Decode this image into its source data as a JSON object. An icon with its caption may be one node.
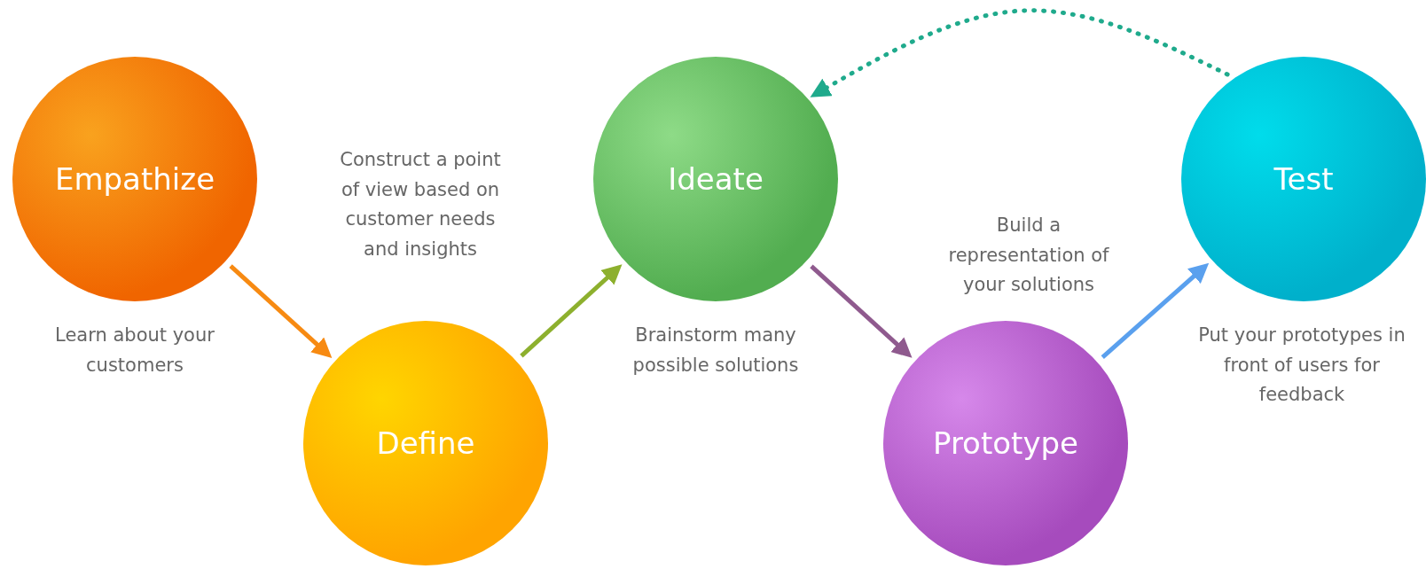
{
  "diagram": {
    "nodes": [
      {
        "text": [
          "Empathize"
        ],
        "beside": [
          "Learn about your customers"
        ]
      },
      {
        "text": [
          "Define"
        ],
        "beside": [
          "Construct a point of view based on customer needs and insights"
        ]
      },
      {
        "text": [
          "Ideate"
        ],
        "beside": [
          "Brainstorm many possible solutions"
        ]
      },
      {
        "text": [
          "Prototype"
        ],
        "beside": [
          "Build a representation of your solutions"
        ]
      },
      {
        "text": [
          "Test"
        ],
        "beside": [
          "Put your prototypes in front of users for feedback"
        ]
      }
    ],
    "edges": [
      {
        "from": 0,
        "to": 1,
        "arrow": "to",
        "color": "#f78a12"
      },
      {
        "from": 1,
        "to": 2,
        "arrow": "to",
        "color": "#8db02e"
      },
      {
        "from": 2,
        "to": 3,
        "arrow": "to",
        "color": "#8f5a8e"
      },
      {
        "from": 3,
        "to": 4,
        "arrow": "to",
        "color": "#5aa0ee"
      },
      {
        "from": 4,
        "to": 2,
        "arrow": "to",
        "style": "dashed",
        "color": "#1faa8c"
      }
    ]
  }
}
